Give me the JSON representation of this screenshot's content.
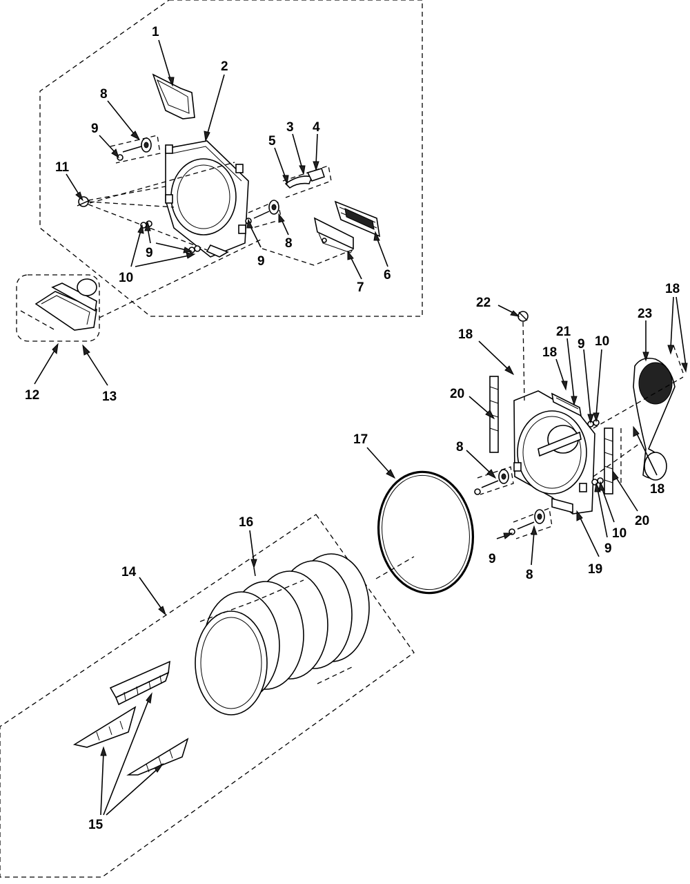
{
  "callouts": [
    {
      "id": "c1",
      "text": "1"
    },
    {
      "id": "c2",
      "text": "2"
    },
    {
      "id": "c3",
      "text": "3"
    },
    {
      "id": "c4",
      "text": "4"
    },
    {
      "id": "c5",
      "text": "5"
    },
    {
      "id": "c6",
      "text": "6"
    },
    {
      "id": "c7",
      "text": "7"
    },
    {
      "id": "c8a",
      "text": "8"
    },
    {
      "id": "c8b",
      "text": "8"
    },
    {
      "id": "c8c",
      "text": "8"
    },
    {
      "id": "c8d",
      "text": "8"
    },
    {
      "id": "c9a",
      "text": "9"
    },
    {
      "id": "c9b",
      "text": "9"
    },
    {
      "id": "c9c",
      "text": "9"
    },
    {
      "id": "c9d",
      "text": "9"
    },
    {
      "id": "c9e",
      "text": "9"
    },
    {
      "id": "c9f",
      "text": "9"
    },
    {
      "id": "c10a",
      "text": "10"
    },
    {
      "id": "c10b",
      "text": "10"
    },
    {
      "id": "c10c",
      "text": "10"
    },
    {
      "id": "c11",
      "text": "11"
    },
    {
      "id": "c12",
      "text": "12"
    },
    {
      "id": "c13",
      "text": "13"
    },
    {
      "id": "c14",
      "text": "14"
    },
    {
      "id": "c15",
      "text": "15"
    },
    {
      "id": "c16",
      "text": "16"
    },
    {
      "id": "c17",
      "text": "17"
    },
    {
      "id": "c18a",
      "text": "18"
    },
    {
      "id": "c18b",
      "text": "18"
    },
    {
      "id": "c18c",
      "text": "18"
    },
    {
      "id": "c18d",
      "text": "18"
    },
    {
      "id": "c19",
      "text": "19"
    },
    {
      "id": "c20a",
      "text": "20"
    },
    {
      "id": "c20b",
      "text": "20"
    },
    {
      "id": "c21",
      "text": "21"
    },
    {
      "id": "c22",
      "text": "22"
    },
    {
      "id": "c23",
      "text": "23"
    }
  ]
}
